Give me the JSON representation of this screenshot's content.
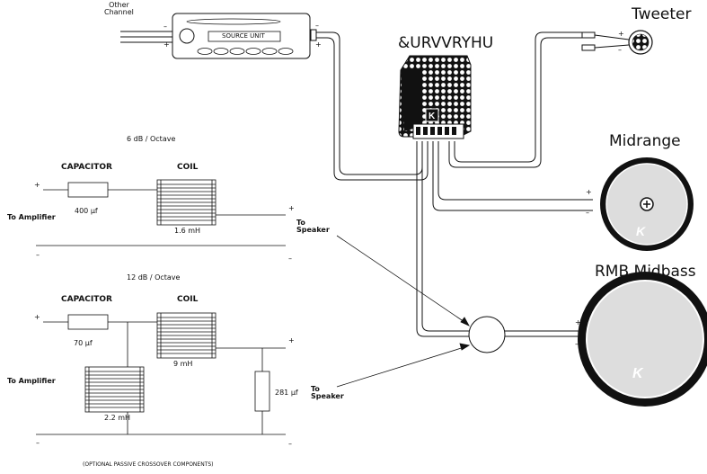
{
  "labels": {
    "other_channel": "Other\nChannel",
    "source_unit": "SOURCE UNIT",
    "crossover": "&URVVRYHU",
    "tweeter": "Tweeter",
    "midrange": "Midrange",
    "midbass": "RMB Midbass",
    "six_db": "6 dB / Octave",
    "twelve_db": "12 dB / Octave",
    "capacitor": "CAPACITOR",
    "coil": "COIL",
    "cap1_value": "400 µf",
    "coil1_value": "1.6 mH",
    "cap2_value": "70 µf",
    "coil2_value": "9 mH",
    "coil3_value": "2.2 mH",
    "cap3_value": "281 µf",
    "to_amplifier": "To Amplifier",
    "to_speaker": "To\nSpeaker",
    "optional": "(OPTIONAL PASSIVE CROSSOVER COMPONENTS)",
    "plus": "+",
    "minus": "–"
  }
}
